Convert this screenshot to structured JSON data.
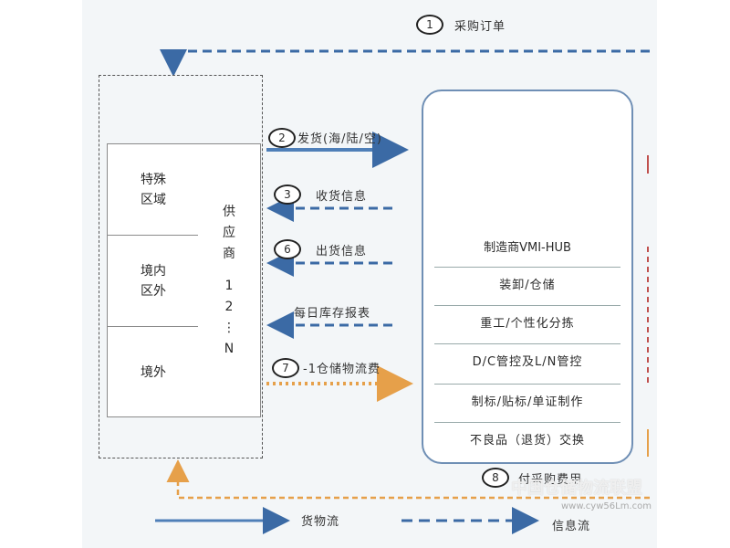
{
  "flows": {
    "purchase_order": {
      "num": "1",
      "label": "采购订单"
    },
    "ship": {
      "num": "2",
      "label": "发货(海/陆/空)"
    },
    "receipt_info": {
      "num": "3",
      "label": "收货信息"
    },
    "shipment_info": {
      "num": "6",
      "label": "出货信息"
    },
    "daily_stock": {
      "label": "每日库存报表"
    },
    "storage_fee": {
      "num": "7",
      "label": "-1仓储物流费"
    },
    "payment": {
      "num": "8",
      "label": "付采购费用"
    }
  },
  "supplier": {
    "regions": [
      "特殊\n区域",
      "境内\n区外",
      "境外"
    ],
    "column": [
      "供",
      "应",
      "商",
      "1",
      "2",
      "⋮",
      "N"
    ]
  },
  "hub": {
    "title": "制造商VMI-HUB",
    "services": [
      "装卸/仓储",
      "重工/个性化分拣",
      "D/C管控及L/N管控",
      "制标/贴标/单证制作",
      "不良品（退货）交换"
    ]
  },
  "legend": {
    "goods": "货物流",
    "info": "信息流"
  },
  "watermark": {
    "text": "中国仓储物流联盟",
    "url": "www.cyw56Lm.com"
  },
  "colors": {
    "goods_flow": "#4f7fb8",
    "info_flow": "#3b6aa5",
    "fee_flow": "#e6a04a",
    "hub_border": "#6f8fb5"
  }
}
